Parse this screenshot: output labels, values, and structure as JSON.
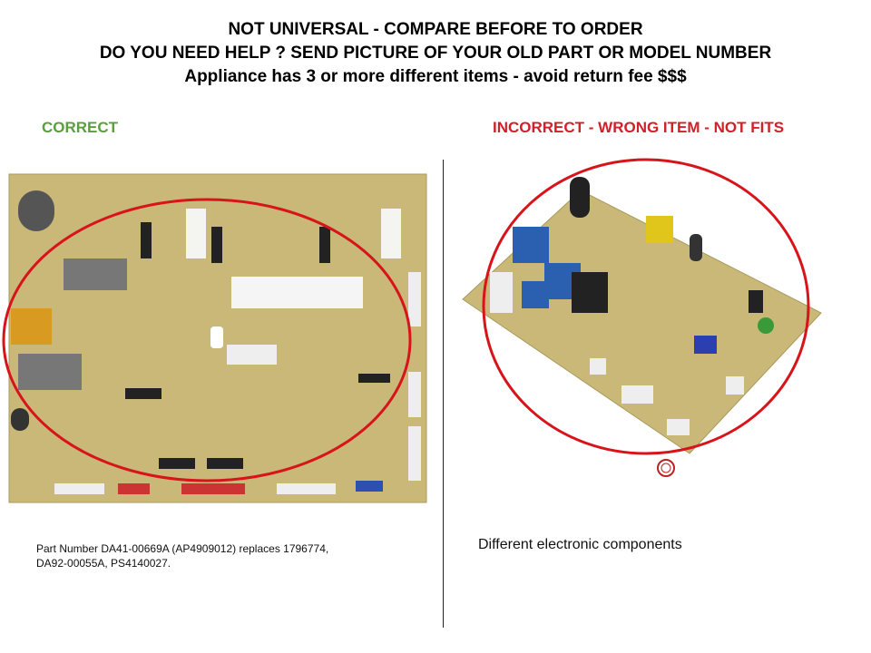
{
  "header": {
    "line1": "NOT UNIVERSAL - COMPARE BEFORE TO ORDER",
    "line2": "DO YOU NEED HELP ? SEND PICTURE OF YOUR OLD PART OR MODEL NUMBER",
    "line3": "Appliance has 3 or more different items  - avoid return fee $$$"
  },
  "left": {
    "label": "CORRECT",
    "label_color": "#5a9e3e",
    "caption_line1": "Part Number DA41-00669A (AP4909012) replaces 1796774,",
    "caption_line2": "DA92-00055A, PS4140027."
  },
  "right": {
    "label": "INCORRECT - WRONG ITEM - NOT FITS",
    "label_color": "#d0202a",
    "caption": "Different electronic components"
  },
  "colors": {
    "circle": "#d8141b",
    "board": "#c9b878"
  }
}
